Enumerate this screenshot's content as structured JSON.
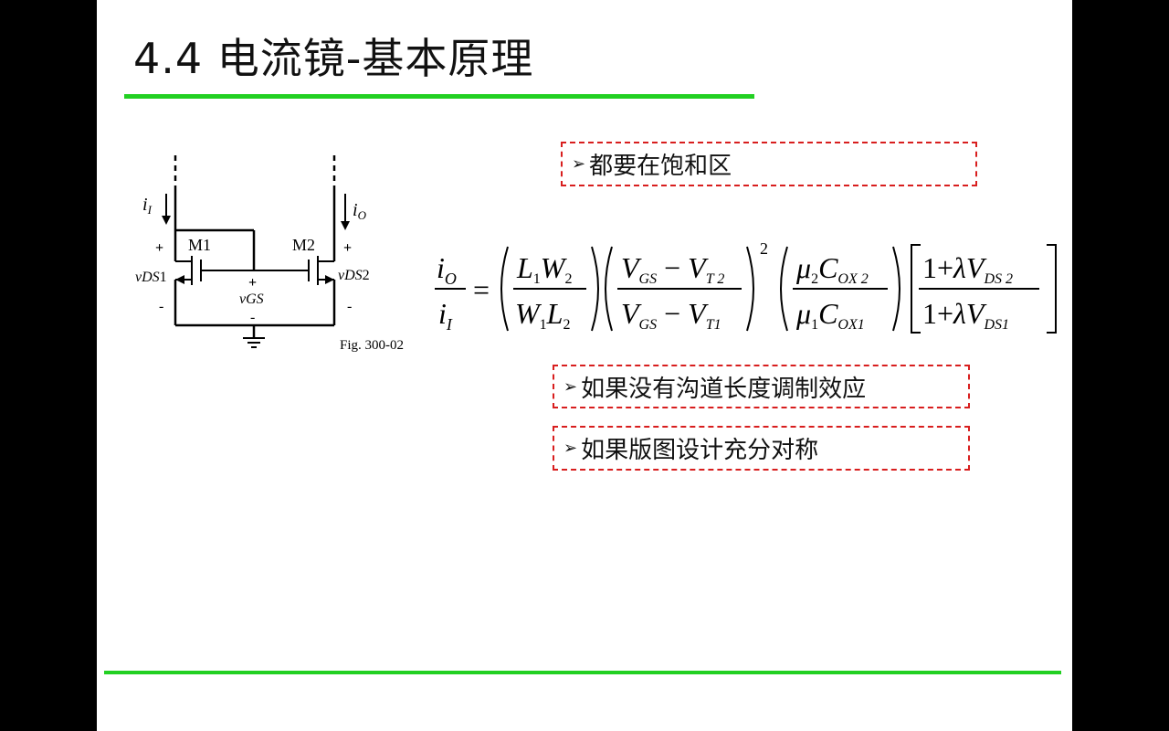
{
  "title": "4.4 电流镜-基本原理",
  "colors": {
    "accent_green": "#22d022",
    "note_border": "#d81e1e",
    "frame": "#000000"
  },
  "circuit": {
    "i_in": "I",
    "i_out": "O",
    "m1": "M1",
    "m2": "M2",
    "plus": "+",
    "minus": "-",
    "vds1_sub": "DS",
    "vds1_num": "1",
    "vds2_sub": "DS",
    "vds2_num": "2",
    "vgs_sub": "GS",
    "fig_label": "Fig. 300-02"
  },
  "formula": {
    "lhs_num_sub": "O",
    "lhs_den_sub": "I",
    "t1_num_a": "L",
    "t1_num_a_sub": "1",
    "t1_num_b": "W",
    "t1_num_b_sub": "2",
    "t1_den_a": "W",
    "t1_den_a_sub": "1",
    "t1_den_b": "L",
    "t1_den_b_sub": "2",
    "t2_num_v1_sub": "GS",
    "t2_num_v2_sub": "T 2",
    "t2_den_v1_sub": "GS",
    "t2_den_v2_sub": "T1",
    "t2_exponent": "2",
    "t3_num_sub_mu": "2",
    "t3_num_sub_c": "OX 2",
    "t3_den_sub_mu": "1",
    "t3_den_sub_c": "OX1",
    "t4_num_prefix": "1+",
    "t4_num_sub": "DS 2",
    "t4_den_prefix": "1+",
    "t4_den_sub": "DS1"
  },
  "notes": [
    {
      "text": "都要在饱和区"
    },
    {
      "text": "如果没有沟道长度调制效应"
    },
    {
      "text": "如果版图设计充分对称"
    }
  ]
}
